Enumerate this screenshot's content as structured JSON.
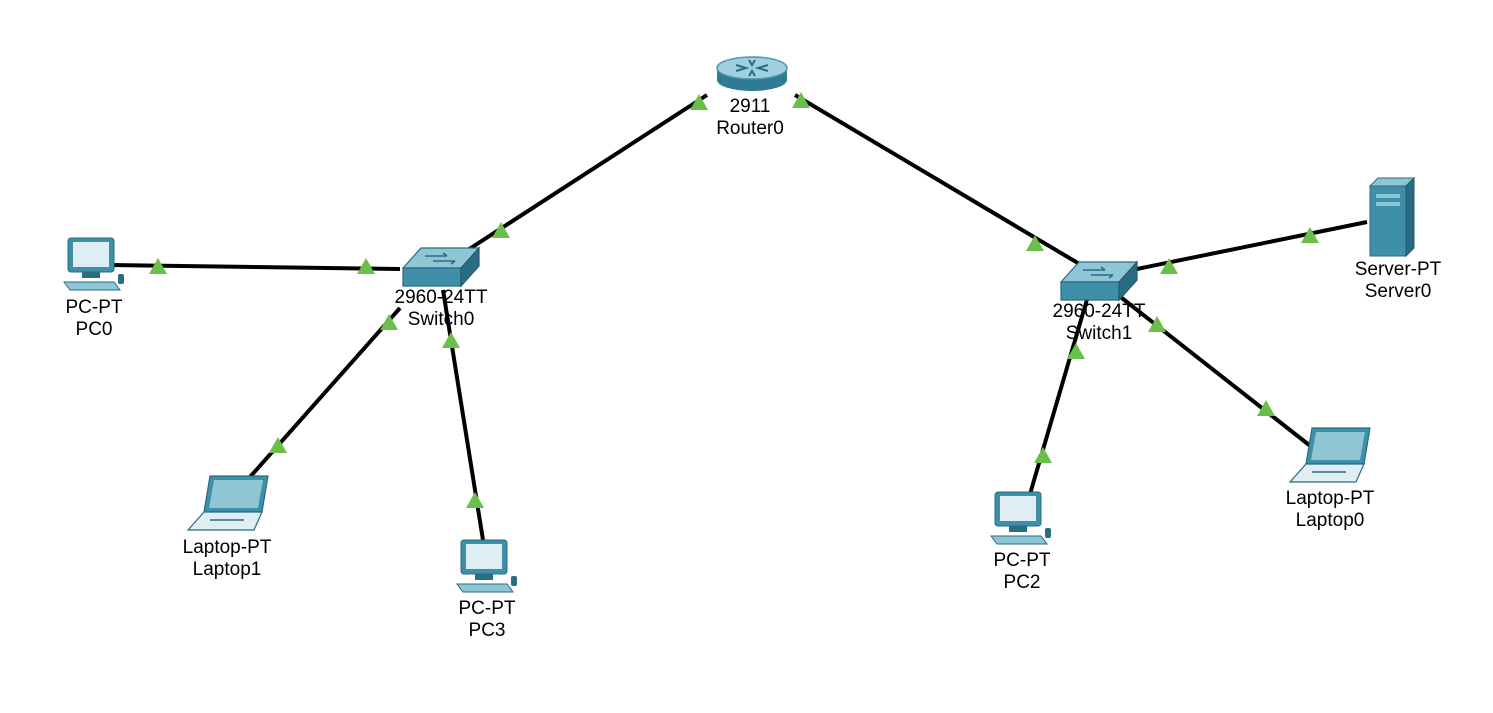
{
  "colors": {
    "link": "#000000",
    "link_status_up": "#6abf4b",
    "device_primary": "#3f8fa8",
    "device_dark": "#2a6c82",
    "device_light": "#8fc6d6",
    "screen": "#dfeef3",
    "background": "#ffffff"
  },
  "devices": {
    "router0": {
      "model": "2911",
      "name": "Router0",
      "icon": "router-icon"
    },
    "switch0": {
      "model": "2960-24TT",
      "name": "Switch0",
      "icon": "switch-icon"
    },
    "switch1": {
      "model": "2960-24TT",
      "name": "Switch1",
      "icon": "switch-icon"
    },
    "pc0": {
      "model": "PC-PT",
      "name": "PC0",
      "icon": "desktop-pc-icon"
    },
    "laptop1": {
      "model": "Laptop-PT",
      "name": "Laptop1",
      "icon": "laptop-icon"
    },
    "pc3": {
      "model": "PC-PT",
      "name": "PC3",
      "icon": "desktop-pc-icon"
    },
    "server0": {
      "model": "Server-PT",
      "name": "Server0",
      "icon": "server-icon"
    },
    "pc2": {
      "model": "PC-PT",
      "name": "PC2",
      "icon": "desktop-pc-icon"
    },
    "laptop0": {
      "model": "Laptop-PT",
      "name": "Laptop0",
      "icon": "laptop-icon"
    }
  },
  "links": [
    {
      "from": "Router0",
      "to": "Switch0",
      "status": "up"
    },
    {
      "from": "Router0",
      "to": "Switch1",
      "status": "up"
    },
    {
      "from": "Switch0",
      "to": "PC0",
      "status": "up"
    },
    {
      "from": "Switch0",
      "to": "Laptop1",
      "status": "up"
    },
    {
      "from": "Switch0",
      "to": "PC3",
      "status": "up"
    },
    {
      "from": "Switch1",
      "to": "Server0",
      "status": "up"
    },
    {
      "from": "Switch1",
      "to": "PC2",
      "status": "up"
    },
    {
      "from": "Switch1",
      "to": "Laptop0",
      "status": "up"
    }
  ]
}
